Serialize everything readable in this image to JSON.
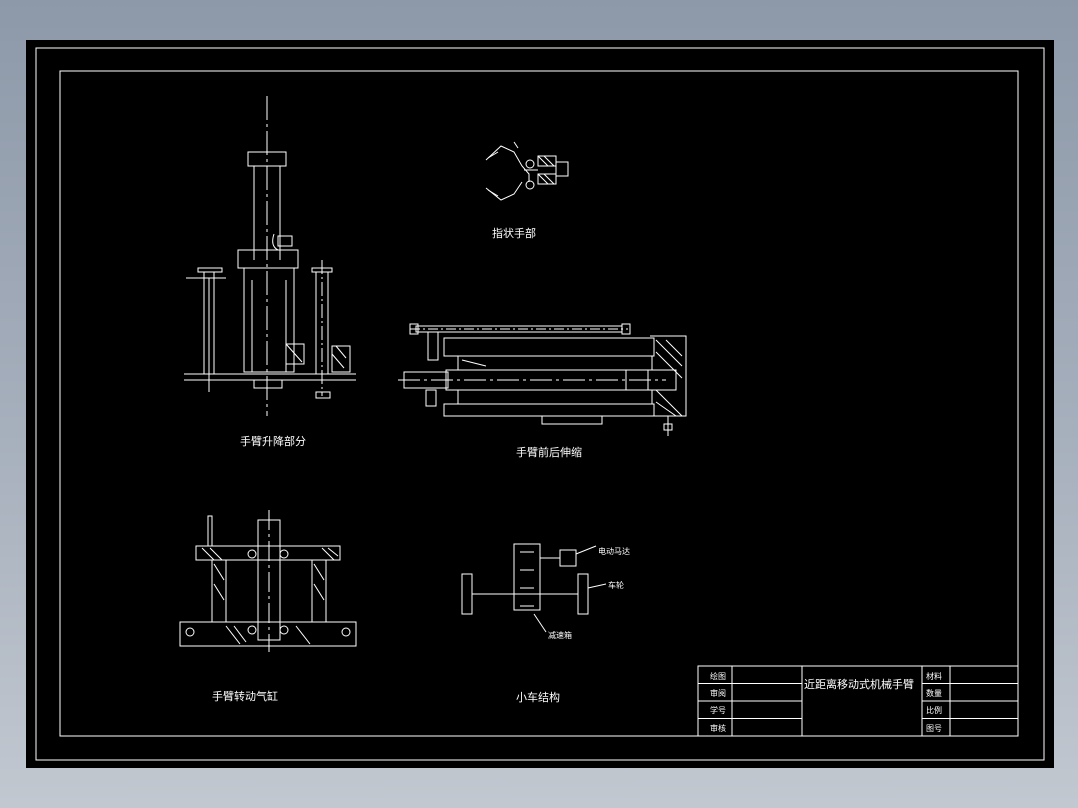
{
  "drawing": {
    "labels": {
      "finger_hand": "指状手部",
      "arm_lift": "手臂升降部分",
      "arm_extend": "手臂前后伸缩",
      "arm_rotate": "手臂转动气缸",
      "cart": "小车结构"
    },
    "cart_callouts": {
      "motor": "电动马达",
      "wheel": "车轮",
      "reducer": "减速箱"
    }
  },
  "title_block": {
    "drawn_label": "绘图",
    "review_label": "审阅",
    "student_id_label": "学号",
    "approve_label": "审核",
    "title": "近距离移动式机械手臂",
    "material_label": "材料",
    "quantity_label": "数量",
    "scale_label": "比例",
    "sheet_no_label": "图号"
  },
  "colors": {
    "background": "#000000",
    "line": "#ffffff",
    "frame": "#ffffff"
  }
}
